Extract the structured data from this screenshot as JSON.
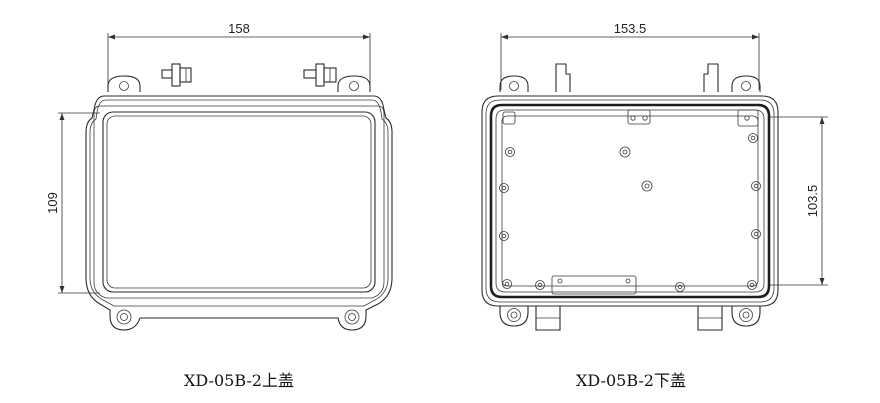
{
  "figures": [
    {
      "caption": "XD-05B-2上盖",
      "width_dim": "158",
      "height_dim": "109"
    },
    {
      "caption": "XD-05B-2下盖",
      "width_dim": "153.5",
      "height_dim": "103.5"
    }
  ]
}
